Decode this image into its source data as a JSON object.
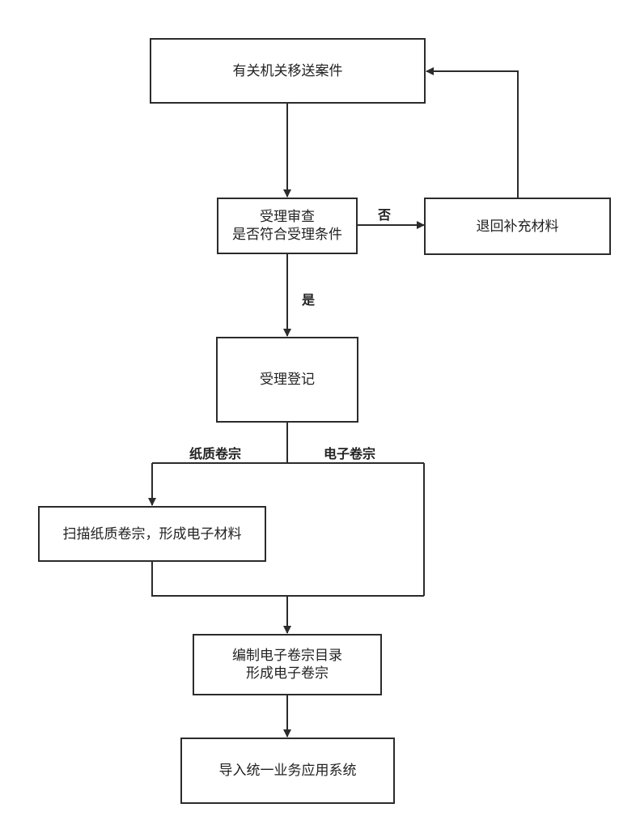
{
  "nodes": {
    "transfer": "有关机关移送案件",
    "review_line1": "受理审查",
    "review_line2": "是否符合受理条件",
    "return": "退回补充材料",
    "register": "受理登记",
    "scan": "扫描纸质卷宗，形成电子材料",
    "compile_line1": "编制电子卷宗目录",
    "compile_line2": "形成电子卷宗",
    "import": "导入统一业务应用系统"
  },
  "edges": {
    "no": "否",
    "yes": "是",
    "paper": "纸质卷宗",
    "electronic": "电子卷宗"
  },
  "colors": {
    "line": "#2b2b2b",
    "text": "#222222"
  }
}
